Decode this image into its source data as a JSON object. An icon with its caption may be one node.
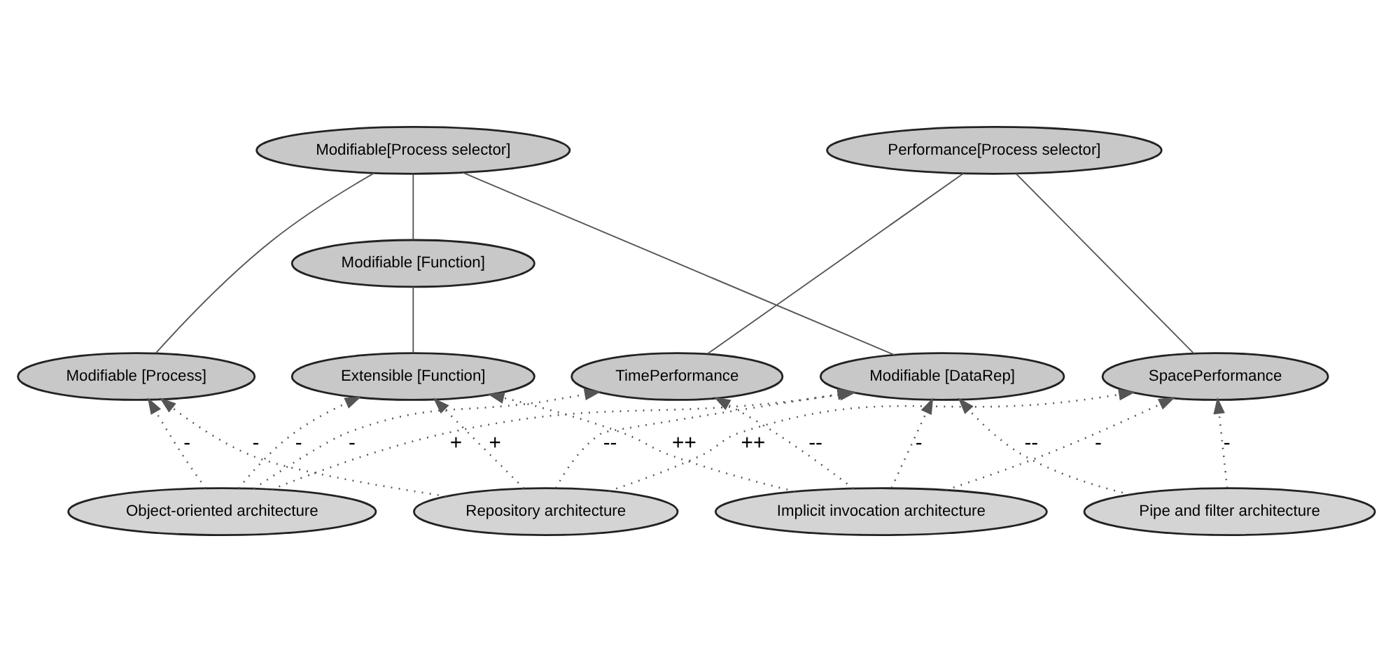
{
  "diagram": {
    "nodes": [
      {
        "text": [
          "Modifiable[Process selector]"
        ]
      },
      {
        "text": [
          "Performance[Process selector]"
        ]
      },
      {
        "text": [
          "Modifiable [Function]"
        ]
      },
      {
        "text": [
          "Modifiable [Process]"
        ]
      },
      {
        "text": [
          "Modifiable [DataRep]"
        ]
      },
      {
        "text": [
          "Extensible [Function]"
        ]
      },
      {
        "text": [
          "SpacePerformance"
        ]
      },
      {
        "text": [
          "TimePerformance"
        ]
      },
      {
        "text": [
          "Repository architecture"
        ]
      },
      {
        "text": [
          "Object-oriented architecture"
        ]
      },
      {
        "text": [
          "Implicit invocation architecture"
        ]
      },
      {
        "text": [
          "Pipe and filter architecture"
        ]
      }
    ],
    "edges": [
      {
        "from": 3,
        "to": 0,
        "arrow": "none"
      },
      {
        "from": 4,
        "to": 0,
        "arrow": "none"
      },
      {
        "from": 2,
        "to": 0,
        "arrow": "none"
      },
      {
        "from": 5,
        "to": 2,
        "arrow": "none"
      },
      {
        "from": 6,
        "to": 1,
        "arrow": "none"
      },
      {
        "from": 7,
        "to": 1,
        "arrow": "none"
      },
      {
        "from": 8,
        "to": 3,
        "arrow": "to",
        "label": "-",
        "style": "dashed"
      },
      {
        "from": 8,
        "to": 4,
        "arrow": "to",
        "label": "--",
        "style": "dashed"
      },
      {
        "from": 8,
        "to": 5,
        "arrow": "to",
        "label": "+",
        "style": "dashed"
      },
      {
        "from": 8,
        "to": 6,
        "arrow": "to",
        "label": "++",
        "style": "dashed"
      },
      {
        "from": 9,
        "to": 3,
        "arrow": "to",
        "label": "-",
        "style": "dashed"
      },
      {
        "from": 9,
        "to": 4,
        "arrow": "to",
        "label": "+",
        "style": "dashed"
      },
      {
        "from": 9,
        "to": 5,
        "arrow": "to",
        "label": "-",
        "style": "dashed"
      },
      {
        "from": 9,
        "to": 7,
        "arrow": "to",
        "label": "-",
        "style": "dashed"
      },
      {
        "from": 10,
        "to": 4,
        "arrow": "to",
        "label": "-",
        "style": "dashed"
      },
      {
        "from": 10,
        "to": 5,
        "arrow": "to",
        "label": "++",
        "style": "dashed"
      },
      {
        "from": 10,
        "to": 6,
        "arrow": "to",
        "label": "-",
        "style": "dashed"
      },
      {
        "from": 10,
        "to": 7,
        "arrow": "to",
        "label": "--",
        "style": "dashed"
      },
      {
        "from": 11,
        "to": 4,
        "arrow": "to",
        "label": "--",
        "style": "dashed"
      },
      {
        "from": 11,
        "to": 6,
        "arrow": "to",
        "label": "-",
        "style": "dashed"
      }
    ]
  }
}
